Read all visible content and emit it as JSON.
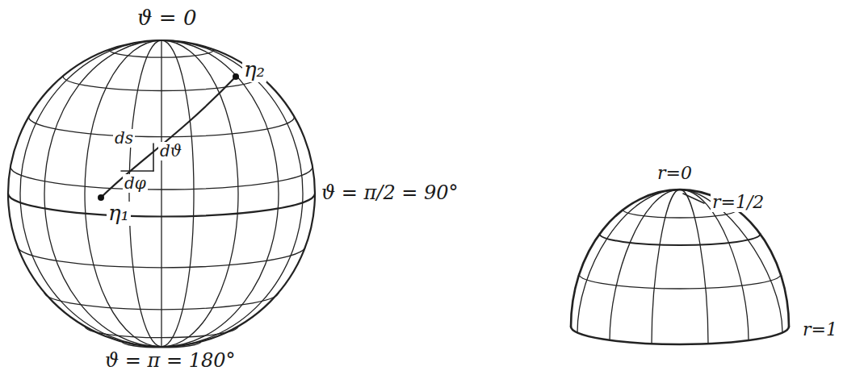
{
  "diagram": {
    "labels": [
      "ϑ = 0",
      "η₂",
      "ds",
      "dϑ",
      "dφ",
      "η₁",
      "ϑ = π/2 = 90°",
      "ϑ = π = 180°",
      "r=0",
      "r=1/2",
      "r=1"
    ]
  }
}
